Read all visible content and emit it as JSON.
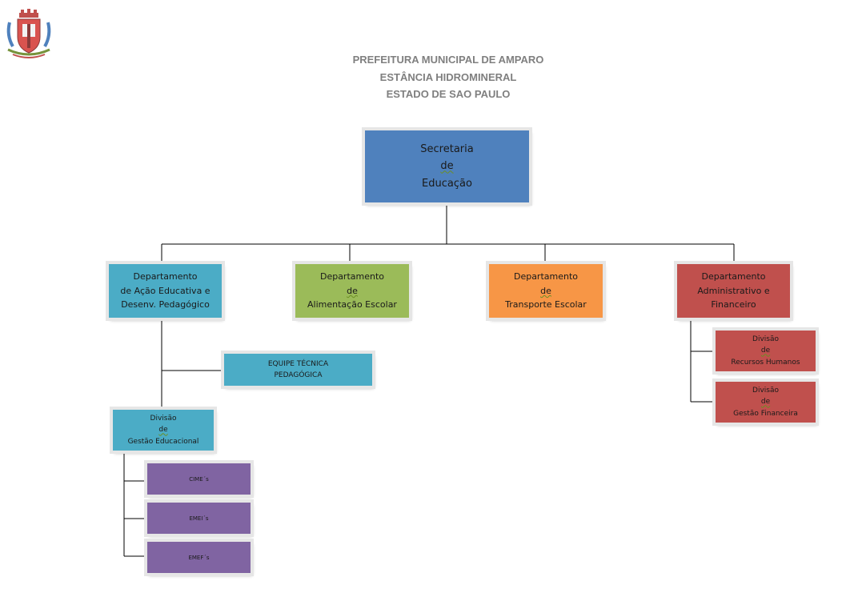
{
  "header": {
    "line1": "PREFEITURA MUNICIPAL DE AMPARO",
    "line2": "ESTÂNCIA HIDROMINERAL",
    "line3": "ESTADO DE SAO PAULO"
  },
  "colors": {
    "secretaria": "#4f81bd",
    "teal": "#4bacc6",
    "green": "#9bbb59",
    "orange": "#f79646",
    "red": "#c0504d",
    "purple": "#8064a2",
    "header_text": "#7f7f7f"
  },
  "secretaria": {
    "l1": "Secretaria",
    "l2": "de",
    "l3": "Educação"
  },
  "departments": {
    "acao": {
      "l1": "Departamento",
      "l2": "de Ação Educativa e",
      "l3": "Desenv. Pedagógico"
    },
    "alimentacao": {
      "l1": "Departamento",
      "l2": "de",
      "l3": "Alimentação Escolar"
    },
    "transporte": {
      "l1": "Departamento",
      "l2": "de",
      "l3": "Transporte Escolar"
    },
    "administrativo": {
      "l1": "Departamento",
      "l2": "Administrativo e",
      "l3": "Financeiro"
    }
  },
  "equipe": {
    "l1": "EQUIPE TÉCNICA",
    "l2": "PEDAGÓGICA"
  },
  "divisions": {
    "gestao_educacional": {
      "l1": "Divisão",
      "l2": "de",
      "l3": "Gestão Educacional"
    },
    "recursos_humanos": {
      "l1": "Divisão",
      "l2": "de",
      "l3": "Recursos Humanos"
    },
    "gestao_financeira": {
      "l1": "Divisão",
      "l2": "de",
      "l3": "Gestão Financeira"
    }
  },
  "schools": {
    "cime": "CIME´s",
    "emei": "EMEI´s",
    "emef": "EMEF´s"
  }
}
